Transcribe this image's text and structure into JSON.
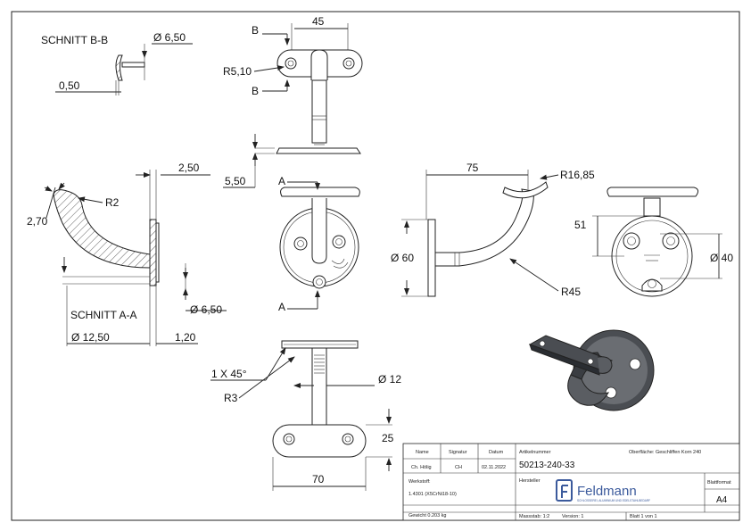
{
  "labels": {
    "section_bb": "SCHNITT B-B",
    "section_aa": "SCHNITT A-A",
    "b_top": "B",
    "b_bottom": "B",
    "a_top": "A",
    "a_bottom": "A"
  },
  "dimensions": {
    "d650_top": "Ø 6,50",
    "d050": "0,50",
    "d45": "45",
    "r510": "R5,10",
    "d550": "5,50",
    "d250": "2,50",
    "r2": "R2",
    "d270": "2,70",
    "d650_bottom": "Ø 6,50",
    "d1250": "Ø 12,50",
    "d120": "1,20",
    "d75": "75",
    "r1685": "R16,85",
    "d60": "Ø 60",
    "r45": "R45",
    "d51": "51",
    "d40": "Ø 40",
    "chamfer": "1 X 45°",
    "d12": "Ø 12",
    "r3": "R3",
    "d25": "25",
    "d70": "70"
  },
  "title_block": {
    "h_name": "Name",
    "h_signatur": "Signatur",
    "h_datum": "Datum",
    "name": "Ch. Hölig",
    "signatur": "CH",
    "datum": "02.11.2022",
    "werkstoff_label": "Werkstoff:",
    "werkstoff": "1.4301 (X5CrNi18-10)",
    "gewicht": "Gewicht 0.203 kg",
    "artikel_label": "Artikelnummer",
    "artikel": "50213-240-33",
    "oberflaeche": "Oberfläche:  Geschliffen Korn 240",
    "hersteller": "Hersteller",
    "brand": "Feldmann",
    "brand_tagline": "SCHLOSSEREI, ALUMINIUM UND EDELSTAHLBEDARF",
    "massstab": "Massstab: 1:2",
    "version": "Version: 1",
    "blatt": "Blatt 1 von 1",
    "blattformat_label": "Blattformat",
    "blattformat": "A4"
  }
}
